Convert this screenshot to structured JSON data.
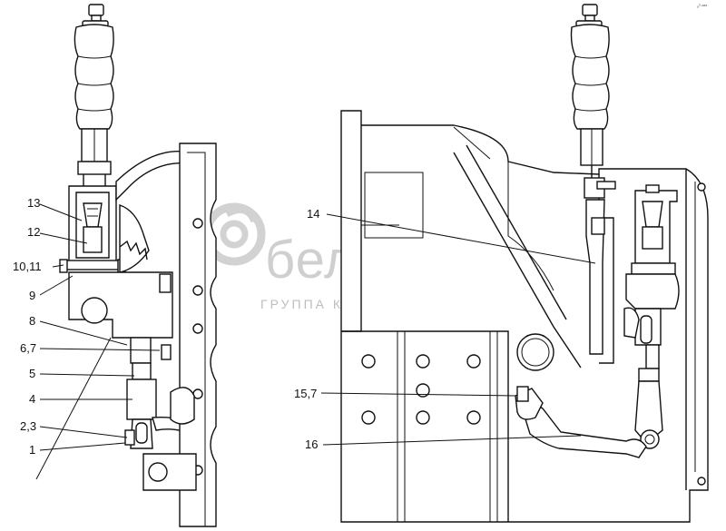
{
  "watermark": {
    "brand": "белагро",
    "tagline": "ГРУППА КОМПАНИЙ"
  },
  "corner_mark": "ₐ⁰·ᵃᵃᵃ",
  "callouts_left": [
    {
      "id": "c13",
      "label": "13"
    },
    {
      "id": "c12",
      "label": "12"
    },
    {
      "id": "c10-11",
      "label": "10,11"
    },
    {
      "id": "c9",
      "label": "9"
    },
    {
      "id": "c8",
      "label": "8"
    },
    {
      "id": "c6-7",
      "label": "6,7"
    },
    {
      "id": "c5",
      "label": "5"
    },
    {
      "id": "c4",
      "label": "4"
    },
    {
      "id": "c2-3",
      "label": "2,3"
    },
    {
      "id": "c1",
      "label": "1"
    }
  ],
  "callouts_right": [
    {
      "id": "c14",
      "label": "14"
    },
    {
      "id": "c15-7",
      "label": "15,7"
    },
    {
      "id": "c16",
      "label": "16"
    }
  ]
}
